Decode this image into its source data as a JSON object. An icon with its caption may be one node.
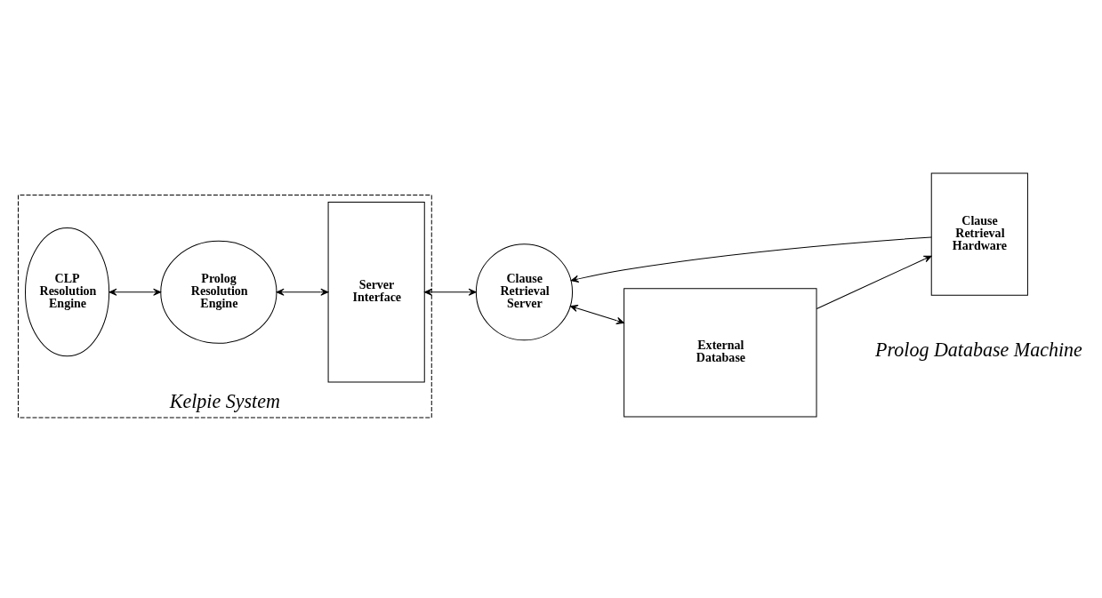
{
  "diagram": {
    "nodes": [
      {
        "text": [
          "Kelpie System"
        ]
      },
      {
        "text": [
          "CLP Resolution Engine"
        ],
        "in": 0
      },
      {
        "text": [
          "Prolog Resolution Engine"
        ],
        "in": 0
      },
      {
        "text": [
          "Server Interface"
        ],
        "in": 0
      },
      {
        "text": [
          "Clause Retrieval Server"
        ]
      },
      {
        "text": [
          "Clause Retrieval Hardware"
        ]
      },
      {
        "text": [
          "External Database"
        ]
      }
    ],
    "edges": [
      {
        "from": 1,
        "to": 2,
        "arrow": "both"
      },
      {
        "from": 2,
        "to": 3,
        "arrow": "both"
      },
      {
        "from": 3,
        "to": 4,
        "arrow": "both"
      },
      {
        "from": 5,
        "to": 4,
        "arrow": "to"
      },
      {
        "from": 4,
        "to": 6,
        "arrow": "both"
      },
      {
        "from": 6,
        "to": 5,
        "arrow": "to"
      }
    ],
    "labels": [
      "Prolog Database Machine"
    ]
  }
}
